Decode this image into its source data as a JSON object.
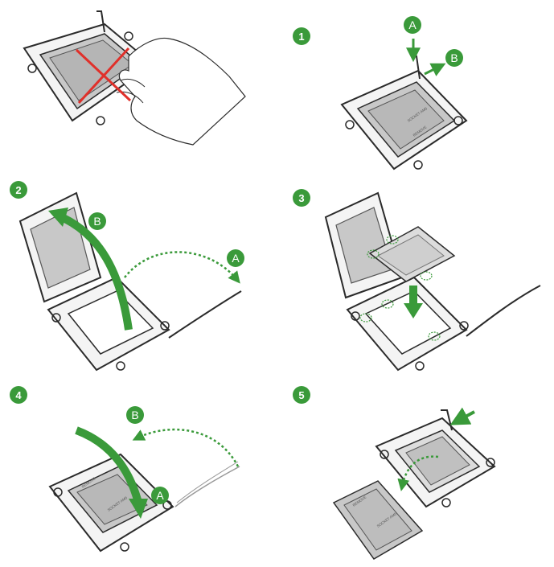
{
  "colors": {
    "accent_green": "#3a9a3a",
    "warning_red": "#e0302a",
    "line": "#2b2b2b",
    "chip_fill": "#c8c8c8",
    "chip_dark": "#9e9e9e"
  },
  "steps": {
    "s1": {
      "number": "1",
      "callout_a": "A",
      "callout_b": "B"
    },
    "s2": {
      "number": "2",
      "callout_a": "A",
      "callout_b": "B"
    },
    "s3": {
      "number": "3"
    },
    "s4": {
      "number": "4",
      "callout_a": "A",
      "callout_b": "B"
    },
    "s5": {
      "number": "5"
    }
  },
  "chip": {
    "line1": "SOCKET AM5",
    "line2": "REMOVE"
  }
}
